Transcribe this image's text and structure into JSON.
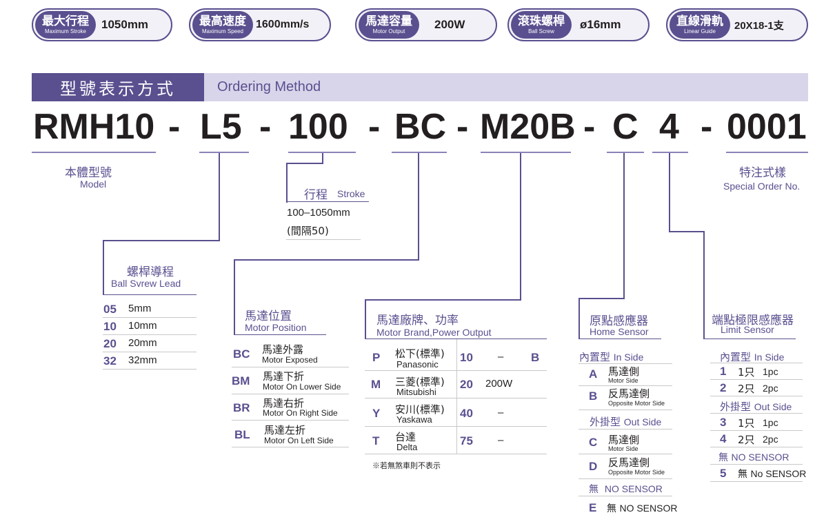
{
  "badges": [
    {
      "cn": "最大行程",
      "en": "Maximum Stroke",
      "value": "1050mm"
    },
    {
      "cn": "最高速度",
      "en": "Maximum Speed",
      "value": "1600mm/s"
    },
    {
      "cn": "馬達容量",
      "en": "Motor Output",
      "value": "200W"
    },
    {
      "cn": "滾珠螺桿",
      "en": "Ball Screw",
      "value": "ø16mm"
    },
    {
      "cn": "直線滑軌",
      "en": "Linear Guide",
      "value": "20X18-1支"
    }
  ],
  "header": {
    "cn": "型號表示方式",
    "en": "Ordering Method"
  },
  "code": {
    "model": "RMH10",
    "lead": "L5",
    "stroke": "100",
    "position": "BC",
    "motor": "M20B",
    "home": "C",
    "limit": "4",
    "special": "0001",
    "dash": "-"
  },
  "model": {
    "cn": "本體型號",
    "en": "Model"
  },
  "special": {
    "cn": "特注式樣",
    "en": "Special Order No."
  },
  "stroke": {
    "cn": "行程",
    "en": "Stroke",
    "range": "100–1050mm",
    "step": "(間隔50)"
  },
  "lead": {
    "cn": "螺桿導程",
    "en": "Ball Svrew Lead",
    "items": [
      {
        "k": "05",
        "v": "5mm"
      },
      {
        "k": "10",
        "v": "10mm"
      },
      {
        "k": "20",
        "v": "20mm"
      },
      {
        "k": "32",
        "v": "32mm"
      }
    ]
  },
  "position": {
    "cn": "馬達位置",
    "en": "Motor Position",
    "items": [
      {
        "k": "BC",
        "cn": "馬達外露",
        "en": "Motor Exposed"
      },
      {
        "k": "BM",
        "cn": "馬達下折",
        "en": "Motor On Lower Side"
      },
      {
        "k": "BR",
        "cn": "馬達右折",
        "en": "Motor On Right Side"
      },
      {
        "k": "BL",
        "cn": "馬達左折",
        "en": "Motor On Left Side"
      }
    ]
  },
  "motor": {
    "cn": "馬達廠牌、功率",
    "en": "Motor Brand,Power Output",
    "brands": [
      {
        "k": "P",
        "cn": "松下(標準)",
        "en": "Panasonic"
      },
      {
        "k": "M",
        "cn": "三菱(標準)",
        "en": "Mitsubishi"
      },
      {
        "k": "Y",
        "cn": "安川(標準)",
        "en": "Yaskawa"
      },
      {
        "k": "T",
        "cn": "台達",
        "en": "Delta"
      }
    ],
    "powers": [
      {
        "k": "10",
        "v": "–",
        "b": "B"
      },
      {
        "k": "20",
        "v": "200W",
        "b": ""
      },
      {
        "k": "40",
        "v": "–",
        "b": ""
      },
      {
        "k": "75",
        "v": "–",
        "b": ""
      }
    ],
    "note": "※若無煞車則不表示"
  },
  "home": {
    "cn": "原點感應器",
    "en": "Home Sensor",
    "in_cn": "內置型",
    "in_en": "In Side",
    "out_cn": "外掛型",
    "out_en": "Out Side",
    "in_items": [
      {
        "k": "A",
        "cn": "馬達側",
        "en": "Motor Side"
      },
      {
        "k": "B",
        "cn": "反馬達側",
        "en": "Opposite Motor Side"
      }
    ],
    "out_items": [
      {
        "k": "C",
        "cn": "馬達側",
        "en": "Motor Side"
      },
      {
        "k": "D",
        "cn": "反馬達側",
        "en": "Opposite Motor Side"
      }
    ],
    "none_cn": "無",
    "none_en": "NO SENSOR",
    "e_k": "E",
    "e_cn": "無",
    "e_en": "NO SENSOR"
  },
  "limit": {
    "cn": "端點極限感應器",
    "en": "Limit Sensor",
    "in_cn": "內置型",
    "in_en": "In Side",
    "out_cn": "外掛型",
    "out_en": "Out Side",
    "in_items": [
      {
        "k": "1",
        "cn": "1只",
        "en": "1pc"
      },
      {
        "k": "2",
        "cn": "2只",
        "en": "2pc"
      }
    ],
    "out_items": [
      {
        "k": "3",
        "cn": "1只",
        "en": "1pc"
      },
      {
        "k": "4",
        "cn": "2只",
        "en": "2pc"
      }
    ],
    "none_cn": "無",
    "none_en": "NO SENSOR",
    "f_k": "5",
    "f_cn": "無",
    "f_en": "No SENSOR"
  },
  "colors": {
    "accent": "#5a4f8f",
    "light": "#d8d5ea"
  }
}
